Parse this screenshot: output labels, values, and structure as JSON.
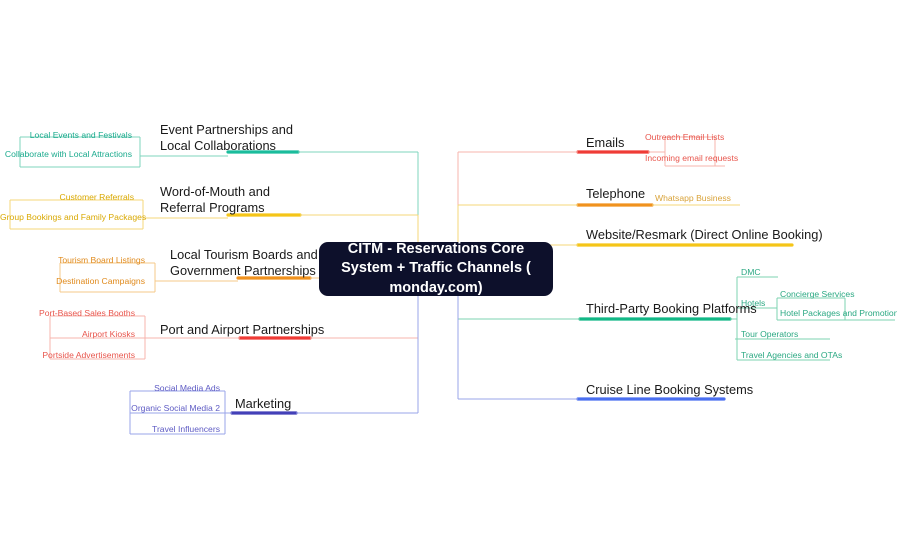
{
  "diagram": {
    "type": "mind-map",
    "title": "CITM - Reservations Core System + Traffic Channels ( monday.com)",
    "root": {
      "label": "CITM - Reservations Core System + Traffic Channels ( monday.com)",
      "bg": "#0d102b",
      "text": "#ffffff"
    },
    "colors": {
      "teal": "#1abc9c",
      "green": "#12b886",
      "yellow": "#f5c518",
      "gold": "#e8b51f",
      "orange": "#f0921e",
      "red": "#ef3b36",
      "salmon": "#f2695e",
      "indigo": "#4340b8",
      "blue": "#4a6ff0",
      "lightblue": "#9aa4e8",
      "lightteal": "#7fd4bd",
      "lightsalmon": "#f7b4ad",
      "lightyellow": "#f4d77a",
      "lightorange": "#f6c98a",
      "lightgreen": "#7dd3b0"
    },
    "left_branches": [
      {
        "label": "Event Partnerships and Local Collaborations",
        "color": "#1abc9c",
        "leaf_color": "#1aaa8d",
        "children": [
          {
            "label": "Local Events and Festivals"
          },
          {
            "label": "Collaborate with Local Attractions"
          }
        ]
      },
      {
        "label": "Word-of-Mouth and Referral Programs",
        "color": "#f5c518",
        "leaf_color": "#d9a800",
        "children": [
          {
            "label": "Customer Referrals"
          },
          {
            "label": "Group Bookings and Family Packages"
          }
        ]
      },
      {
        "label": "Local Tourism Boards and Government Partnerships",
        "color": "#f0921e",
        "leaf_color": "#e08a1c",
        "children": [
          {
            "label": "Tourism Board Listings"
          },
          {
            "label": "Destination Campaigns"
          }
        ]
      },
      {
        "label": "Port and Airport Partnerships",
        "color": "#ef3b36",
        "leaf_color": "#e8554c",
        "children": [
          {
            "label": "Port-Based Sales Booths"
          },
          {
            "label": "Airport Kiosks"
          },
          {
            "label": "Portside Advertisements"
          }
        ]
      },
      {
        "label": "Marketing",
        "color": "#4340b8",
        "leaf_color": "#5e5bc4",
        "children": [
          {
            "label": "Social Media Ads"
          },
          {
            "label": "Organic Social Media 2"
          },
          {
            "label": "Travel Influencers"
          }
        ]
      }
    ],
    "right_branches": [
      {
        "label": "Emails",
        "color": "#ef3b36",
        "leaf_color": "#e8554c",
        "children": [
          {
            "label": "Outreach Email Lists"
          },
          {
            "label": "Incoming email requests"
          }
        ]
      },
      {
        "label": "Telephone",
        "color": "#f0921e",
        "leaf_color": "#d9a33a",
        "children": [
          {
            "label": "Whatsapp Business"
          }
        ]
      },
      {
        "label": "Website/Resmark (Direct Online Booking)",
        "color": "#f5c518",
        "leaf_color": "#d9a800",
        "children": []
      },
      {
        "label": "Third-Party Booking Platforms",
        "color": "#12b886",
        "leaf_color": "#2aa882",
        "children": [
          {
            "label": "DMC"
          },
          {
            "label": "Hotels",
            "children": [
              {
                "label": "Concierge Services"
              },
              {
                "label": "Hotel Packages and Promotions"
              }
            ]
          },
          {
            "label": "Tour Operators"
          },
          {
            "label": "Travel Agencies and OTAs"
          }
        ]
      },
      {
        "label": "Cruise Line Booking Systems",
        "color": "#4a6ff0",
        "leaf_color": "#5e7ef2",
        "children": []
      }
    ]
  }
}
